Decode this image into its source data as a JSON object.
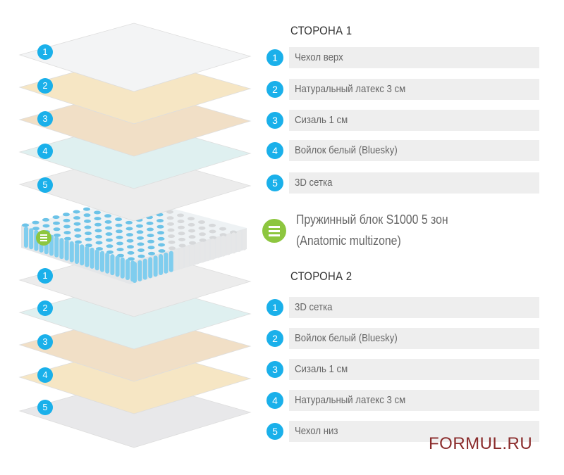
{
  "side1": {
    "heading": "СТОРОНА 1",
    "items": [
      {
        "num": "1",
        "label": "Чехол верх",
        "color": "#f3f4f5"
      },
      {
        "num": "2",
        "label": "Натуральный латекс 3 см",
        "color": "#f6e6c4"
      },
      {
        "num": "3",
        "label": "Сизаль 1 см",
        "color": "#f1dfc6"
      },
      {
        "num": "4",
        "label": "Войлок белый (Bluesky)",
        "color": "#dff0f0"
      },
      {
        "num": "5",
        "label": "3D сетка",
        "color": "#ececec"
      }
    ]
  },
  "spring": {
    "line1": "Пружинный блок S1000 5 зон",
    "line2": "(Anatomic multizone)",
    "icon": "layers-icon",
    "color": "#8dc63f"
  },
  "side2": {
    "heading": "СТОРОНА 2",
    "items": [
      {
        "num": "1",
        "label": "3D сетка",
        "color": "#ececec"
      },
      {
        "num": "2",
        "label": "Войлок белый (Bluesky)",
        "color": "#dff0f0"
      },
      {
        "num": "3",
        "label": "Сизаль 1 см",
        "color": "#f1dfc6"
      },
      {
        "num": "4",
        "label": "Натуральный латекс 3 см",
        "color": "#f6e6c4"
      },
      {
        "num": "5",
        "label": "Чехол низ",
        "color": "#e8e8ea"
      }
    ]
  },
  "watermark": "FORMUL.RU",
  "accent": "#1ab0ea"
}
